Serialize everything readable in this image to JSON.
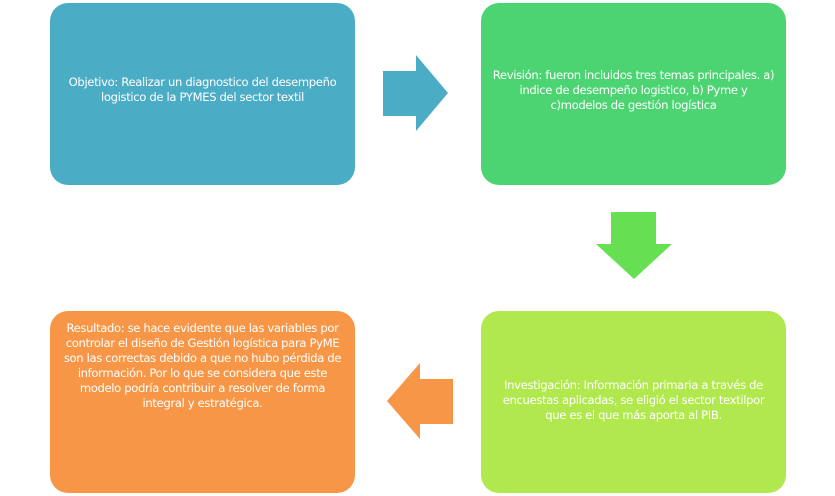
{
  "diagram": {
    "type": "process-flow",
    "steps": [
      {
        "id": "objetivo",
        "text": "Objetivo: Realizar un diagnostico del desempeño logistico de la PYMES del sector textil",
        "color": "#4BACC6"
      },
      {
        "id": "revision",
        "text": "Revisión: fueron incluidos tres temas principales. a) indice de desempeño logistico, b) Pyme y c)modelos de gestión logística",
        "color": "#4CD473"
      },
      {
        "id": "investigacion",
        "text": "Investigación: Información primaria a través de encuestas aplicadas, se eligió el sector textilpor que es el que más aporta al PIB.",
        "color": "#B0E84D"
      },
      {
        "id": "resultado",
        "text": "Resultado: se hace evidente que las variables por controlar el diseño de Gestión logística para PyME son las correctas debido a que no hubo pérdida de información. Por lo que se considera que este modelo podría contribuir a resolver de forma integral y estratégica.",
        "color": "#F79646"
      }
    ],
    "arrows": [
      {
        "from": "objetivo",
        "to": "revision",
        "direction": "right",
        "color": "#4BACC6"
      },
      {
        "from": "revision",
        "to": "investigacion",
        "direction": "down",
        "color": "#66E052"
      },
      {
        "from": "investigacion",
        "to": "resultado",
        "direction": "left",
        "color": "#F79646"
      }
    ]
  }
}
